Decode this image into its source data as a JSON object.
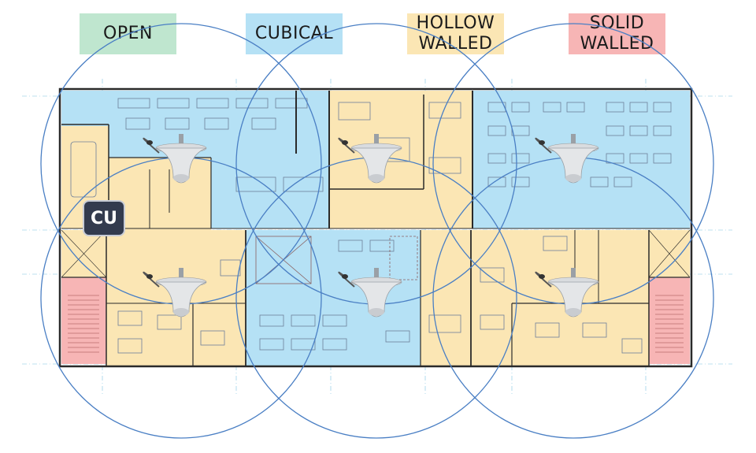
{
  "legend": {
    "open": {
      "label": "OPEN",
      "color": "#bfe6cf"
    },
    "cubical": {
      "label": "CUBICAL",
      "color": "#b5e1f5"
    },
    "hollow": {
      "line1": "HOLLOW",
      "line2": "WALLED",
      "color": "#fbe6b4"
    },
    "solid": {
      "line1": "SOLID",
      "line2": "WALLED",
      "color": "#f7b5b5"
    }
  },
  "control_unit": {
    "label": "CU"
  },
  "antennas": [
    {
      "id": "antenna-1"
    },
    {
      "id": "antenna-2"
    },
    {
      "id": "antenna-3"
    },
    {
      "id": "antenna-4"
    },
    {
      "id": "antenna-5"
    },
    {
      "id": "antenna-6"
    }
  ],
  "colors": {
    "coverage_circle": "#4a7fc4",
    "wall": "#2a2a2a",
    "furniture": "#6e7f9a",
    "grid": "#7fc3e0"
  }
}
